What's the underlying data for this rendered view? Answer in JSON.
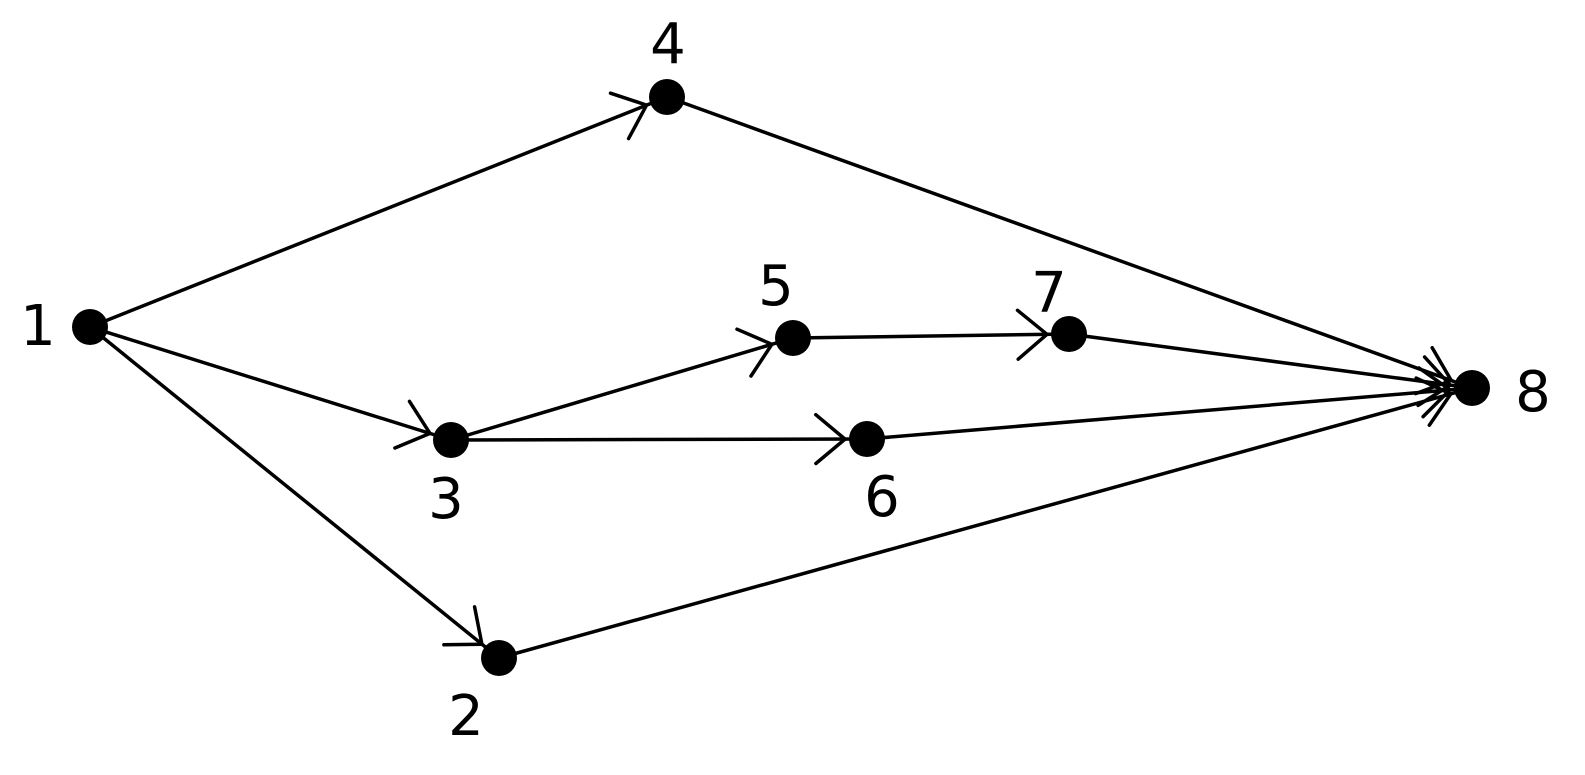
{
  "graph": {
    "nodes": [
      {
        "id": "1",
        "label": "1"
      },
      {
        "id": "2",
        "label": "2"
      },
      {
        "id": "3",
        "label": "3"
      },
      {
        "id": "4",
        "label": "4"
      },
      {
        "id": "5",
        "label": "5"
      },
      {
        "id": "6",
        "label": "6"
      },
      {
        "id": "7",
        "label": "7"
      },
      {
        "id": "8",
        "label": "8"
      }
    ],
    "edges": [
      {
        "from": "1",
        "to": "4"
      },
      {
        "from": "1",
        "to": "3"
      },
      {
        "from": "1",
        "to": "2"
      },
      {
        "from": "3",
        "to": "5"
      },
      {
        "from": "3",
        "to": "6"
      },
      {
        "from": "5",
        "to": "7"
      },
      {
        "from": "4",
        "to": "8"
      },
      {
        "from": "7",
        "to": "8"
      },
      {
        "from": "6",
        "to": "8"
      },
      {
        "from": "2",
        "to": "8"
      }
    ]
  }
}
